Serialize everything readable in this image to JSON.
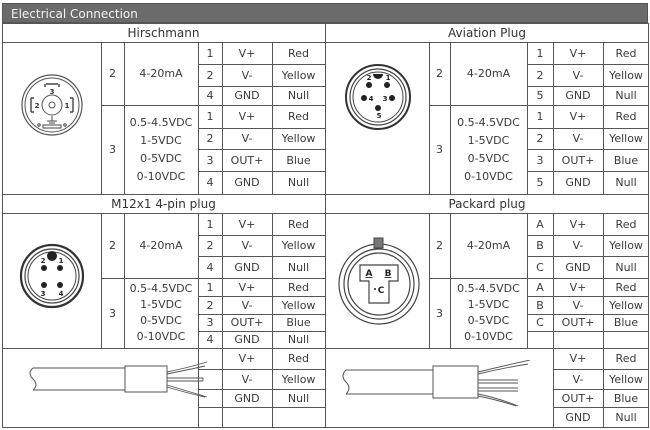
{
  "header": {
    "title": "Electrical Connection"
  },
  "sections": [
    {
      "name": "Hirschmann",
      "wire2": {
        "count": "2",
        "output": "4-20mA",
        "pins": [
          {
            "pin": "1",
            "signal": "V+",
            "color": "Red"
          },
          {
            "pin": "2",
            "signal": "V-",
            "color": "Yellow"
          },
          {
            "pin": "4",
            "signal": "GND",
            "color": "Null"
          }
        ]
      },
      "wire3": {
        "count": "3",
        "outputs": [
          "0.5-4.5VDC",
          "1-5VDC",
          "0-5VDC",
          "0-10VDC"
        ],
        "pins": [
          {
            "pin": "1",
            "signal": "V+",
            "color": "Red"
          },
          {
            "pin": "2",
            "signal": "V-",
            "color": "Yellow"
          },
          {
            "pin": "3",
            "signal": "OUT+",
            "color": "Blue"
          },
          {
            "pin": "4",
            "signal": "GND",
            "color": "Null"
          }
        ]
      },
      "diagram_labels": [
        "3",
        "2",
        "1"
      ]
    },
    {
      "name": "Aviation Plug",
      "wire2": {
        "count": "2",
        "output": "4-20mA",
        "pins": [
          {
            "pin": "1",
            "signal": "V+",
            "color": "Red"
          },
          {
            "pin": "2",
            "signal": "V-",
            "color": "Yellow"
          },
          {
            "pin": "5",
            "signal": "GND",
            "color": "Null"
          }
        ]
      },
      "wire3": {
        "count": "3",
        "outputs": [
          "0.5-4.5VDC",
          "1-5VDC",
          "0-5VDC",
          "0-10VDC"
        ],
        "pins": [
          {
            "pin": "1",
            "signal": "V+",
            "color": "Red"
          },
          {
            "pin": "2",
            "signal": "V-",
            "color": "Yellow"
          },
          {
            "pin": "3",
            "signal": "OUT+",
            "color": "Blue"
          },
          {
            "pin": "5",
            "signal": "GND",
            "color": "Null"
          }
        ]
      },
      "diagram_labels": [
        "2",
        "1",
        "4",
        "3",
        "5"
      ]
    },
    {
      "name": "M12x1 4-pin plug",
      "wire2": {
        "count": "2",
        "output": "4-20mA",
        "pins": [
          {
            "pin": "1",
            "signal": "V+",
            "color": "Red"
          },
          {
            "pin": "2",
            "signal": "V-",
            "color": "Yellow"
          },
          {
            "pin": "4",
            "signal": "GND",
            "color": "Null"
          }
        ]
      },
      "wire3": {
        "count": "3",
        "outputs": [
          "0.5-4.5VDC",
          "1-5VDC",
          "0-5VDC",
          "0-10VDC"
        ],
        "pins": [
          {
            "pin": "1",
            "signal": "V+",
            "color": "Red"
          },
          {
            "pin": "2",
            "signal": "V-",
            "color": "Yellow"
          },
          {
            "pin": "3",
            "signal": "OUT+",
            "color": "Blue"
          },
          {
            "pin": "4",
            "signal": "GND",
            "color": "Null"
          }
        ]
      },
      "diagram_labels": [
        "2",
        "1",
        "3",
        "4"
      ]
    },
    {
      "name": "Packard plug",
      "wire2": {
        "count": "2",
        "output": "4-20mA",
        "pins": [
          {
            "pin": "A",
            "signal": "V+",
            "color": "Red"
          },
          {
            "pin": "B",
            "signal": "V-",
            "color": "Yellow"
          },
          {
            "pin": "C",
            "signal": "GND",
            "color": "Null"
          }
        ]
      },
      "wire3": {
        "count": "3",
        "outputs": [
          "0.5-4.5VDC",
          "1-5VDC",
          "0-5VDC",
          "0-10VDC"
        ],
        "pins": [
          {
            "pin": "A",
            "signal": "V+",
            "color": "Red"
          },
          {
            "pin": "B",
            "signal": "V-",
            "color": "Yellow"
          },
          {
            "pin": "C",
            "signal": "OUT+",
            "color": "Blue"
          },
          {
            "pin": "",
            "signal": "",
            "color": ""
          }
        ]
      },
      "diagram_labels": [
        "A",
        "B",
        "C"
      ]
    }
  ],
  "cables": [
    {
      "name": "cable-left",
      "rows": [
        {
          "signal": "V+",
          "color": "Red"
        },
        {
          "signal": "V-",
          "color": "Yellow"
        },
        {
          "signal": "GND",
          "color": "Null"
        },
        {
          "signal": "",
          "color": ""
        }
      ]
    },
    {
      "name": "cable-right",
      "rows": [
        {
          "signal": "V+",
          "color": "Red"
        },
        {
          "signal": "V-",
          "color": "Yellow"
        },
        {
          "signal": "OUT+",
          "color": "Blue"
        },
        {
          "signal": "GND",
          "color": "Null"
        }
      ]
    }
  ]
}
